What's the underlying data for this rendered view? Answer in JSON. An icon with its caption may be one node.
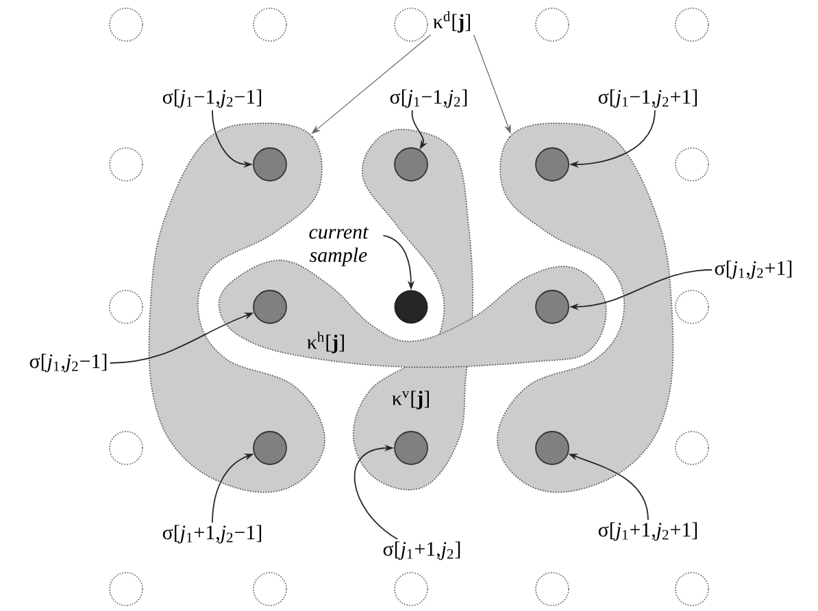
{
  "diagram": {
    "nodes": [
      {
        "text": [],
        "shape": "blob"
      },
      {
        "text": [],
        "shape": "blob"
      },
      {
        "text": [
          "κ$^{h}$[**j**]"
        ]
      },
      {
        "text": [
          "κ$^{v}$[**j**]"
        ]
      },
      {
        "text": [],
        "shape": "circle"
      },
      {
        "text": [],
        "shape": "circle"
      },
      {
        "text": [],
        "shape": "circle"
      },
      {
        "text": [],
        "shape": "circle"
      },
      {
        "text": [],
        "shape": "circle"
      },
      {
        "text": [],
        "shape": "circle"
      },
      {
        "text": [],
        "shape": "circle",
        "in": 0
      },
      {
        "text": [],
        "shape": "circle",
        "in": 3
      },
      {
        "text": [],
        "shape": "circle",
        "in": 1
      },
      {
        "text": [],
        "shape": "circle"
      },
      {
        "text": [],
        "shape": "circle"
      },
      {
        "text": [],
        "shape": "circle",
        "in": 2
      },
      {
        "text": [],
        "shape": "circle"
      },
      {
        "text": [],
        "shape": "circle",
        "in": 2
      },
      {
        "text": [],
        "shape": "circle"
      },
      {
        "text": [],
        "shape": "circle"
      },
      {
        "text": [],
        "shape": "circle",
        "in": 0
      },
      {
        "text": [],
        "shape": "circle",
        "in": 3
      },
      {
        "text": [],
        "shape": "circle",
        "in": 1
      },
      {
        "text": [],
        "shape": "circle"
      },
      {
        "text": [],
        "shape": "circle"
      },
      {
        "text": [],
        "shape": "circle"
      },
      {
        "text": [],
        "shape": "circle"
      },
      {
        "text": [],
        "shape": "circle"
      },
      {
        "text": [],
        "shape": "circle"
      },
      {
        "text": [
          "κ$^{d}$[**j**]"
        ]
      },
      {
        "text": [
          "σ[*j*$_{1}$−1,*j*$_{2}$−1]"
        ]
      },
      {
        "text": [
          "σ[*j*$_{1}$−1,*j*$_{2}$]"
        ]
      },
      {
        "text": [
          "σ[*j*$_{1}$−1,*j*$_{2}$+1]"
        ]
      },
      {
        "text": [
          "current sample"
        ]
      },
      {
        "text": [
          "σ[*j*$_{1}$,*j*$_{2}$−1]"
        ]
      },
      {
        "text": [
          "σ[*j*$_{1}$,*j*$_{2}$+1]"
        ]
      },
      {
        "text": [
          "σ[*j*$_{1}$+1,*j*$_{2}$−1]"
        ]
      },
      {
        "text": [
          "σ[*j*$_{1}$+1,*j*$_{2}$]"
        ]
      },
      {
        "text": [
          "σ[*j*$_{1}$+1,*j*$_{2}$+1]"
        ]
      }
    ],
    "edges": [
      {
        "from": 29,
        "to": 0,
        "arrow": "to",
        "color": "#666666"
      },
      {
        "from": 29,
        "to": 1,
        "arrow": "to",
        "color": "#666666"
      },
      {
        "from": 30,
        "to": 10,
        "arrow": "to"
      },
      {
        "from": 31,
        "to": 11,
        "arrow": "to"
      },
      {
        "from": 32,
        "to": 12,
        "arrow": "to"
      },
      {
        "from": 33,
        "to": 16,
        "arrow": "to"
      },
      {
        "from": 34,
        "to": 15,
        "arrow": "to"
      },
      {
        "from": 35,
        "to": 17,
        "arrow": "to"
      },
      {
        "from": 36,
        "to": 20,
        "arrow": "to"
      },
      {
        "from": 37,
        "to": 21,
        "arrow": "to"
      },
      {
        "from": 38,
        "to": 22,
        "arrow": "to"
      }
    ]
  }
}
